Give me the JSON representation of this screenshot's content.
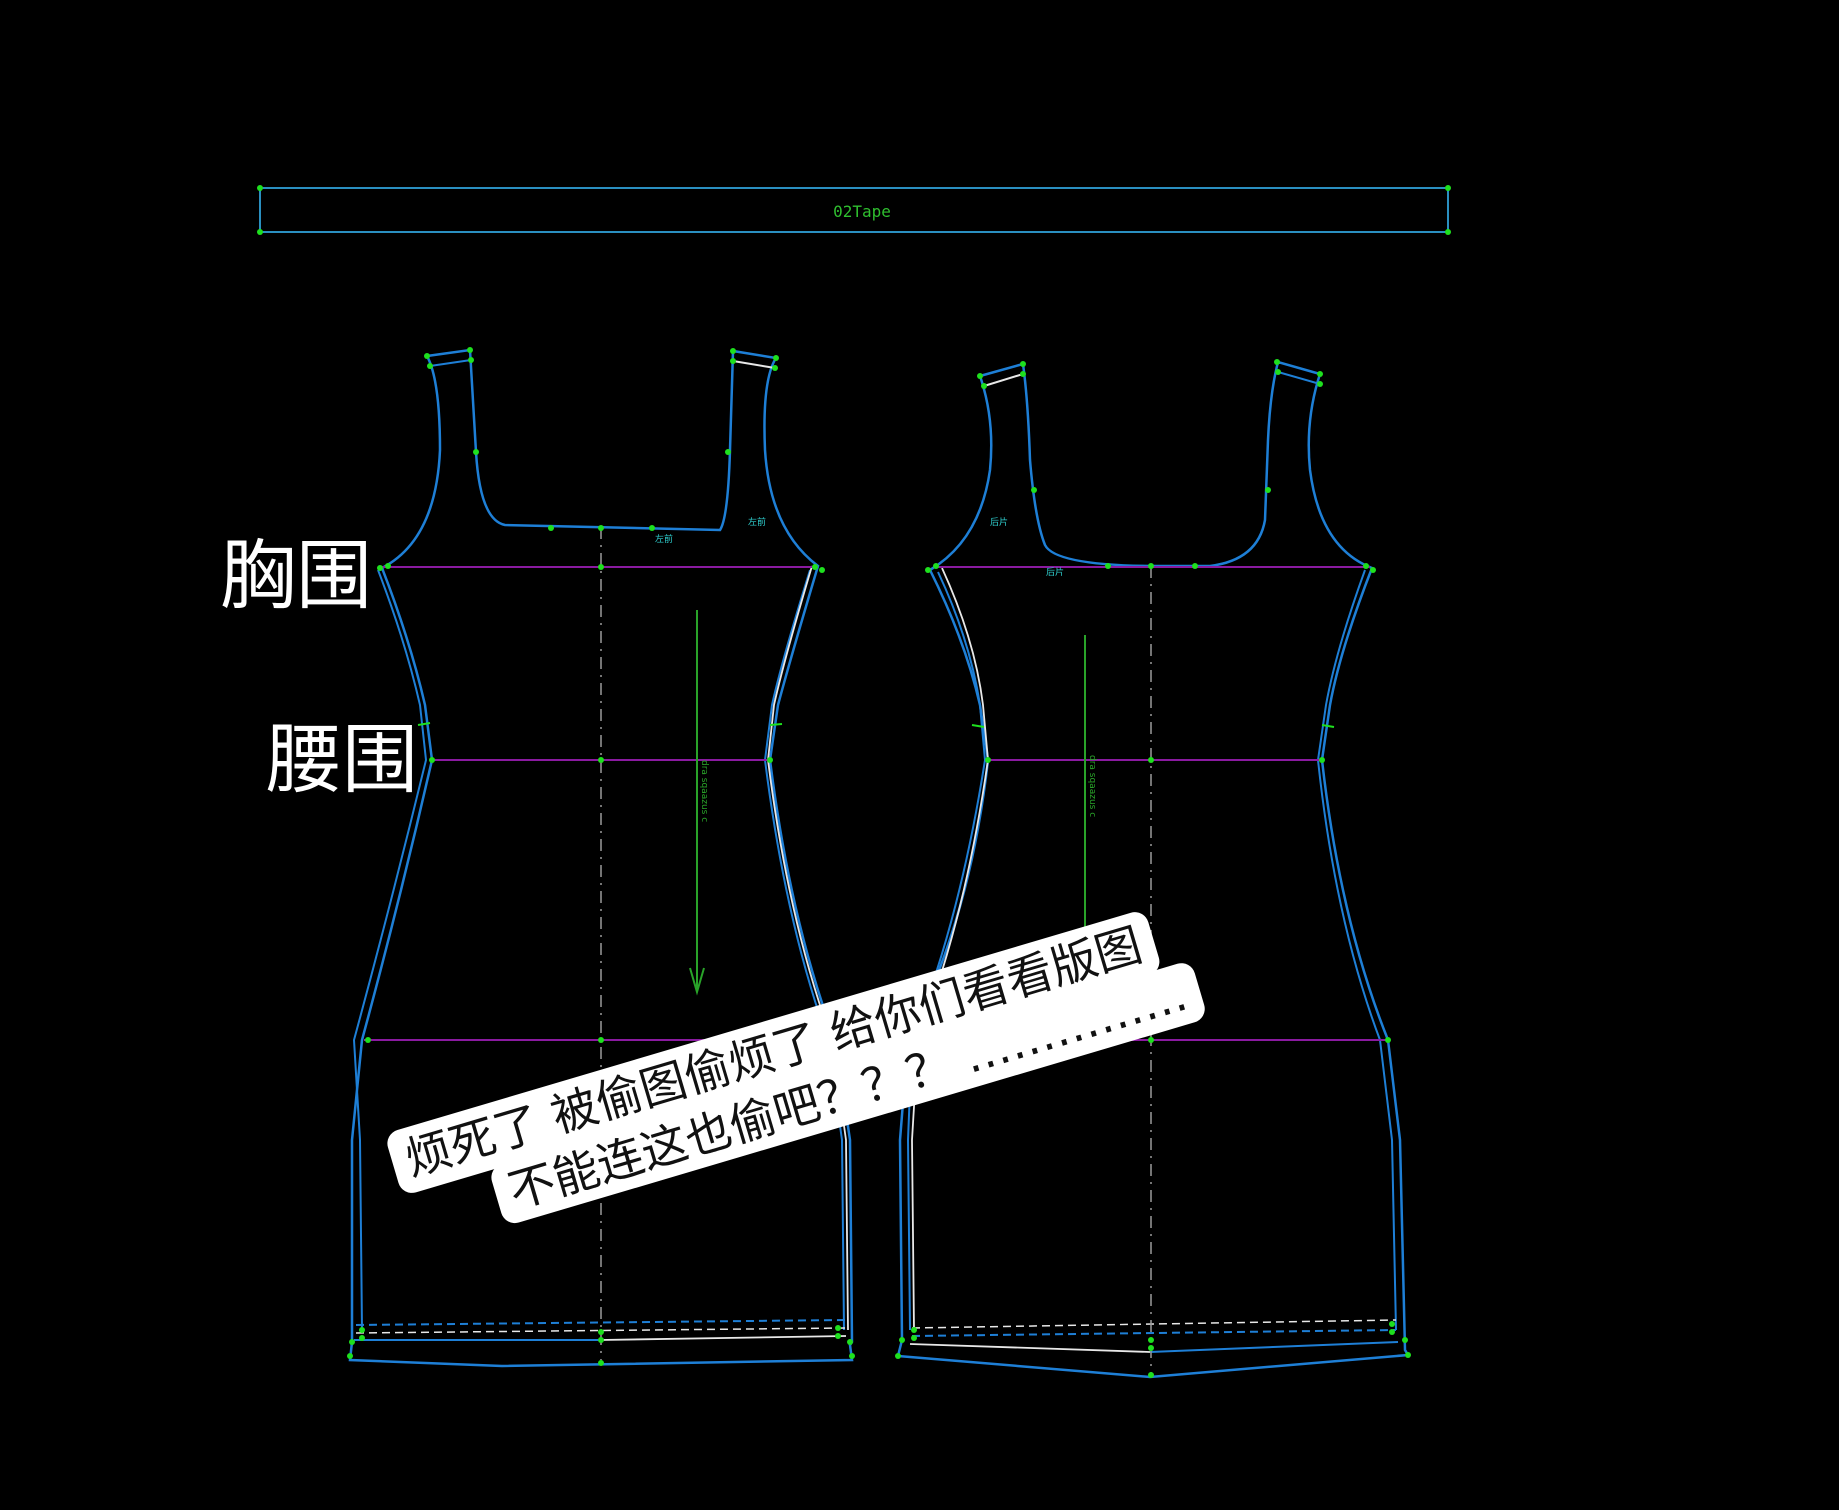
{
  "labels": {
    "bust": "胸围",
    "waist": "腰围"
  },
  "tape_label": "02Tape",
  "grain_text_front": "dra sqaazus c",
  "grain_text_back": "dra sqaazus c",
  "annotation": {
    "line1": "烦死了 被偷图偷烦了 给你们看看版图",
    "line2": "不能连这也偷吧？？？ ……………"
  },
  "colors": {
    "background": "#000000",
    "outline": "#1e7fd6",
    "point": "#1ee01e",
    "measure_line": "#8a1aa0",
    "grain": "#29a329",
    "center_line": "#9a9a9a",
    "seam_highlight": "#e8e8e8",
    "label_text": "#ffffff"
  }
}
